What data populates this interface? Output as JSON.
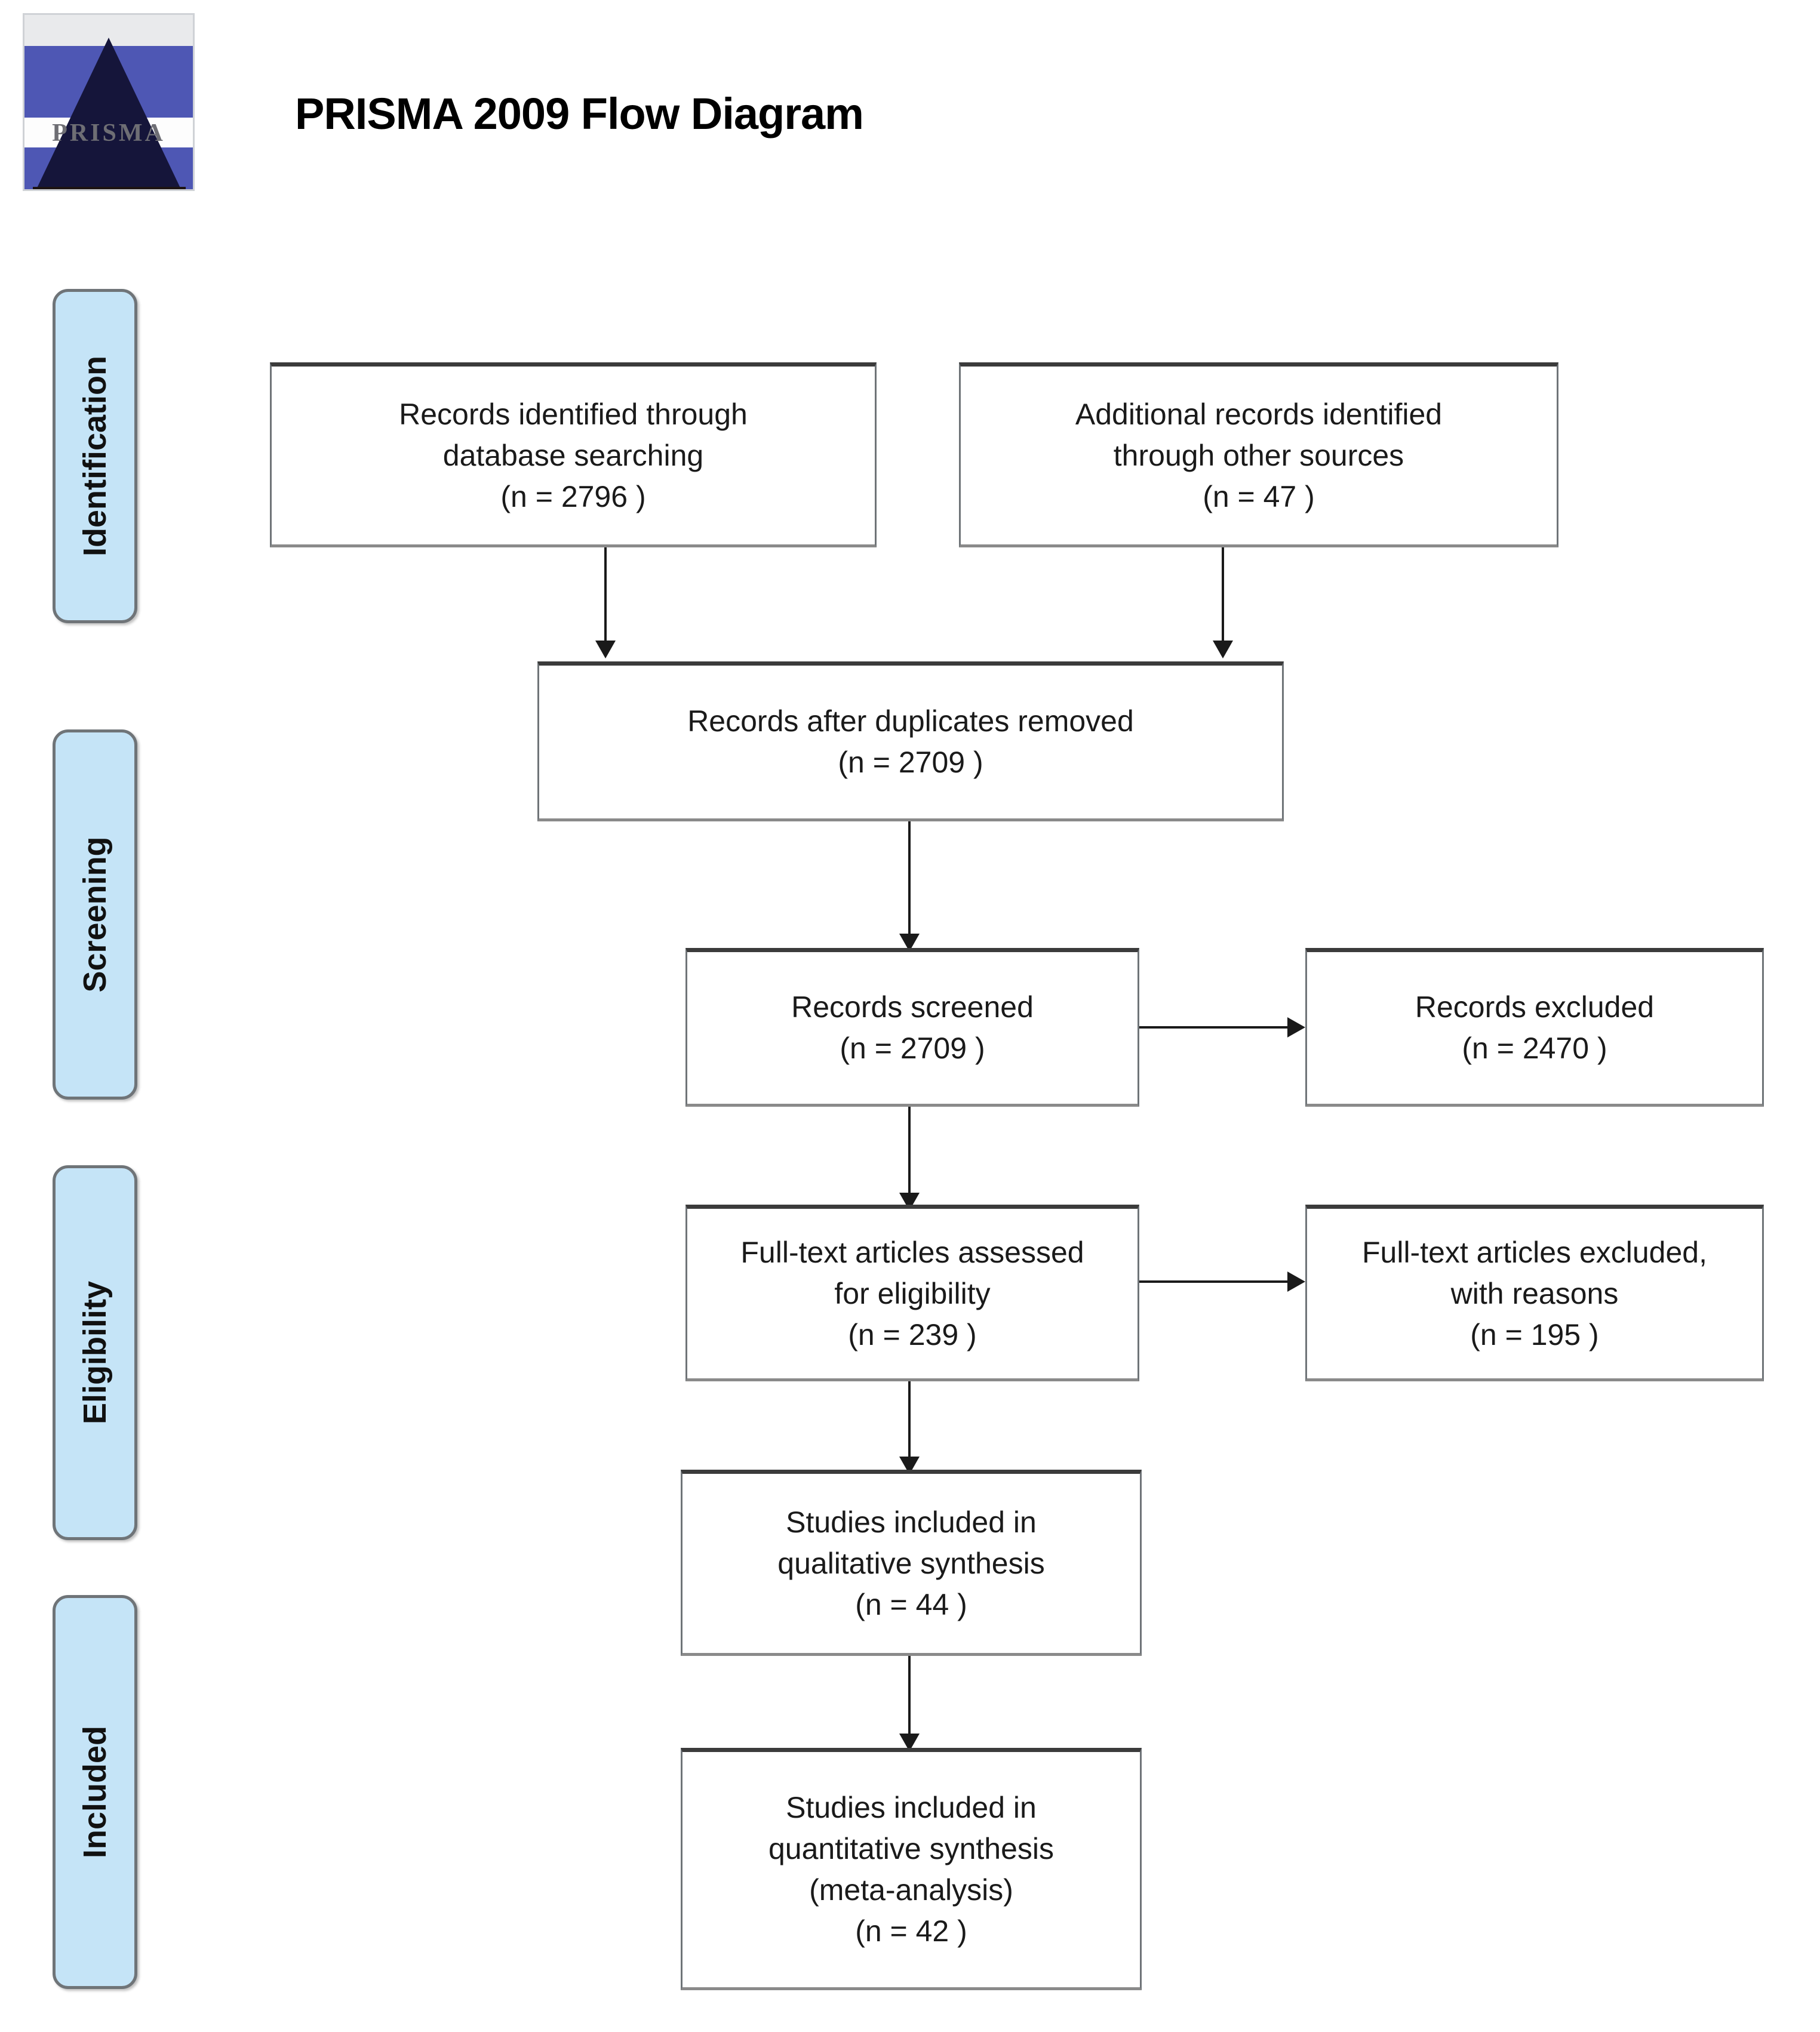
{
  "header": {
    "title": "PRISMA 2009 Flow Diagram",
    "logo_wordmark": "PRISMA",
    "logo_alt": "prisma-pyramid-logo"
  },
  "stages": [
    {
      "key": "identification",
      "label": "Identification"
    },
    {
      "key": "screening",
      "label": "Screening"
    },
    {
      "key": "eligibility",
      "label": "Eligibility"
    },
    {
      "key": "included",
      "label": "Included"
    }
  ],
  "boxes": {
    "records_db": {
      "text": "Records identified through\ndatabase searching\n(n = 2796 )",
      "label": "Records identified through database searching",
      "n": 2796
    },
    "records_other": {
      "text": "Additional records identified\nthrough other sources\n(n = 47 )",
      "label": "Additional records identified through other sources",
      "n": 47
    },
    "after_duplicates": {
      "text": "Records after duplicates removed\n(n = 2709 )",
      "label": "Records after duplicates removed",
      "n": 2709
    },
    "screened": {
      "text": "Records screened\n(n = 2709 )",
      "label": "Records screened",
      "n": 2709
    },
    "excluded": {
      "text": "Records excluded\n(n = 2470 )",
      "label": "Records excluded",
      "n": 2470
    },
    "fulltext_assessed": {
      "text": "Full-text articles assessed\nfor eligibility\n(n = 239 )",
      "label": "Full-text articles assessed for eligibility",
      "n": 239
    },
    "fulltext_excluded": {
      "text": "Full-text articles excluded,\nwith reasons\n(n = 195 )",
      "label": "Full-text articles excluded, with reasons",
      "n": 195
    },
    "qualitative": {
      "text": "Studies included in\nqualitative synthesis\n(n = 44 )",
      "label": "Studies included in qualitative synthesis",
      "n": 44
    },
    "quantitative": {
      "text": "Studies included in\nquantitative synthesis\n(meta-analysis)\n(n = 42 )",
      "label": "Studies included in quantitative synthesis (meta-analysis)",
      "n": 42
    }
  },
  "colors": {
    "stage_fill": "#c5e4f7",
    "stage_border": "#6f7478",
    "box_border": "#6f7478",
    "box_top_border": "#3b3b3b",
    "connector": "#1a1a1a",
    "logo_blue": "#4e57b4",
    "logo_dark": "#15153a"
  }
}
